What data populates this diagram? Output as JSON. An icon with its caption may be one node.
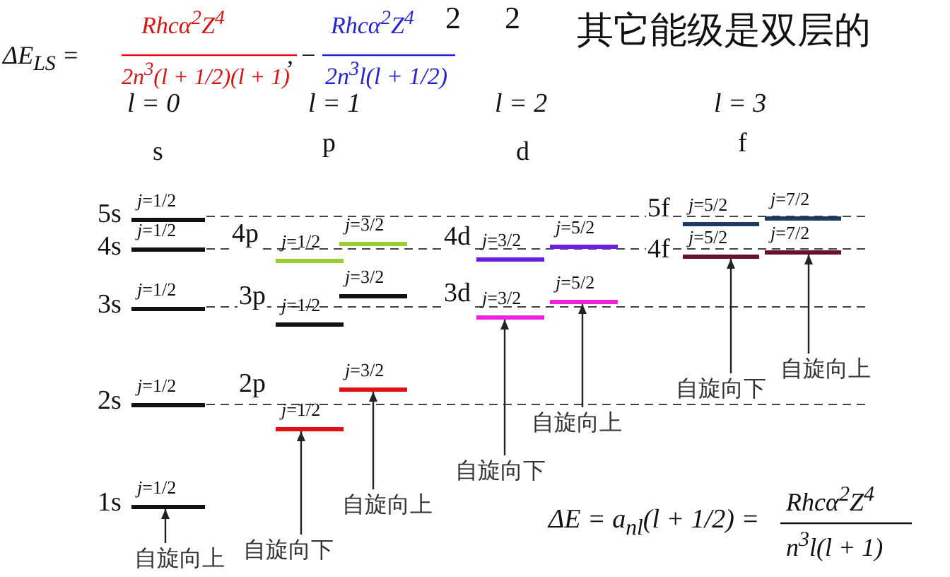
{
  "diagram": {
    "nodes": [
      {
        "text": [
          "*j*=1/2"
        ],
        "beside": [
          "5s"
        ]
      },
      {
        "text": [
          "*j*=1/2"
        ],
        "beside": [
          "4s"
        ]
      },
      {
        "text": [
          "*j*=1/2"
        ],
        "beside": [
          "3s"
        ]
      },
      {
        "text": [
          "*j*=1/2"
        ],
        "beside": [
          "2s"
        ]
      },
      {
        "text": [
          "*j*=1/2"
        ],
        "beside": [
          "1s"
        ]
      },
      {
        "text": [
          "*j*=1/2"
        ],
        "beside": [
          "4p"
        ]
      },
      {
        "text": [
          "*j*=3/2"
        ]
      },
      {
        "text": [
          "*j*=1/2"
        ],
        "beside": [
          "3p"
        ]
      },
      {
        "text": [
          "*j*=3/2"
        ]
      },
      {
        "text": [
          "*j*=1/2"
        ],
        "beside": [
          "2p"
        ]
      },
      {
        "text": [
          "*j*=3/2"
        ]
      },
      {
        "text": [
          "*j*=3/2"
        ],
        "beside": [
          "4d"
        ]
      },
      {
        "text": [
          "*j*=5/2"
        ]
      },
      {
        "text": [
          "*j*=3/2"
        ],
        "beside": [
          "3d"
        ]
      },
      {
        "text": [
          "*j*=5/2"
        ]
      },
      {
        "text": [
          "*j*=5/2"
        ],
        "beside": [
          "5f"
        ]
      },
      {
        "text": [
          "*j*=7/2"
        ]
      },
      {
        "text": [
          "*j*=5/2"
        ],
        "beside": [
          "4f"
        ]
      },
      {
        "text": [
          "*j*=7/2"
        ]
      },
      {
        "text": [
          "自旋向上"
        ]
      },
      {
        "text": [
          "自旋向下"
        ]
      },
      {
        "text": [
          "自旋向上"
        ]
      },
      {
        "text": [
          "自旋向下"
        ]
      },
      {
        "text": [
          "自旋向上"
        ]
      },
      {
        "text": [
          "自旋向下"
        ]
      },
      {
        "text": [
          "自旋向上"
        ]
      }
    ],
    "edges": [
      {
        "from": 19,
        "to": 4,
        "arrow": "to"
      },
      {
        "from": 20,
        "to": 9,
        "arrow": "to"
      },
      {
        "from": 21,
        "to": 10,
        "arrow": "to"
      },
      {
        "from": 22,
        "to": 13,
        "arrow": "to"
      },
      {
        "from": 23,
        "to": 14,
        "arrow": "to"
      },
      {
        "from": 24,
        "to": 17,
        "arrow": "to"
      },
      {
        "from": 25,
        "to": 18,
        "arrow": "to"
      }
    ],
    "labels": [
      "ΔE$_{LS}$ =",
      "Rhcα$^{2}$Z$^{4}$",
      "2n$^{3}$(l + 1/2)(l + 1)",
      ", −",
      "Rhcα$^{2}$Z$^{4}$",
      "2n$^{3}$l(l + 1/2)",
      "2",
      "2",
      "其它能级是双层的",
      "l = 0",
      "l = 1",
      "l = 2",
      "l = 3",
      "s",
      "p",
      "d",
      "f",
      "ΔE = a$_{nl}$(l + 1/2) =",
      "Rhcα$^{2}$Z$^{4}$",
      "n$^{3}$l(l + 1)"
    ]
  }
}
